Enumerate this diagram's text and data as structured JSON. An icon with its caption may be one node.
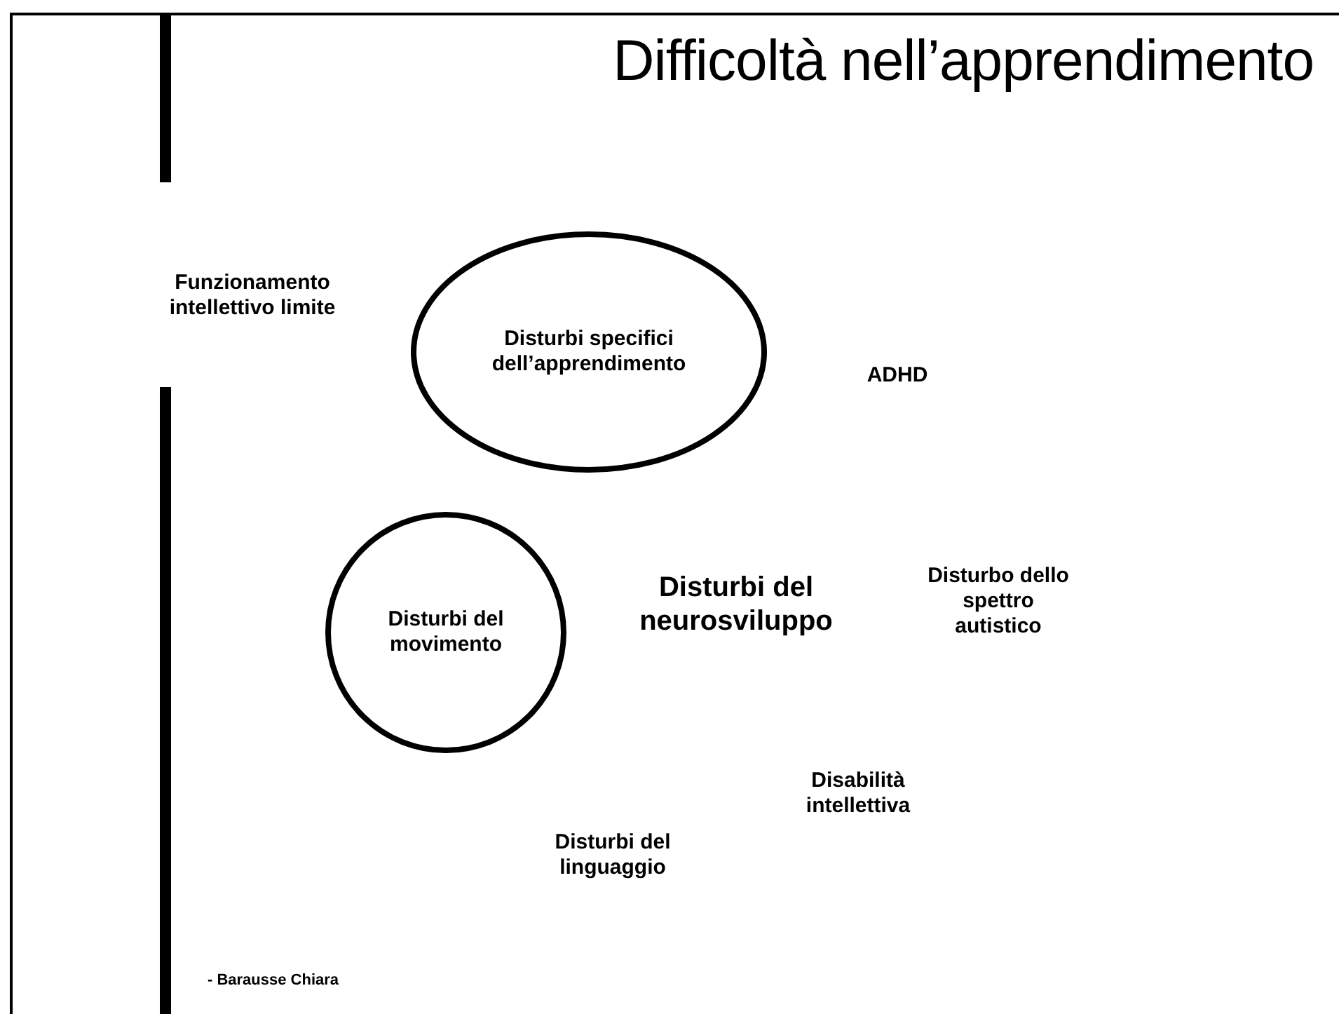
{
  "diagram": {
    "title": "Difficoltà nell’apprendimento",
    "nodes": [
      {
        "text": [
          "Disturbi specifici dell’apprendimento"
        ]
      },
      {
        "text": [
          "Disturbi del movimento"
        ]
      }
    ],
    "labels": [
      "Funzionamento intellettivo limite",
      "ADHD",
      "Disturbi del neurosviluppo",
      "Disturbo dello spettro autistico",
      "Disabilità intellettiva",
      "Disturbi del linguaggio",
      "- Barausse Chiara"
    ]
  }
}
